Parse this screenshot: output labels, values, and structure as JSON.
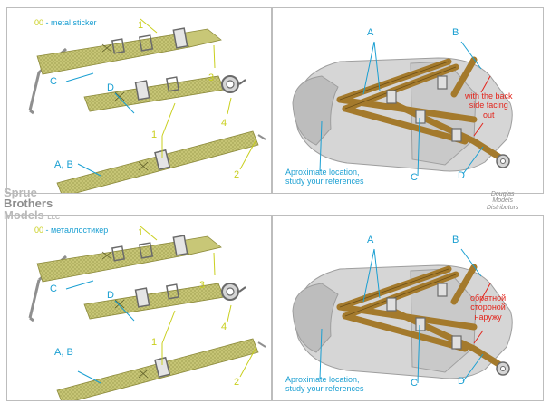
{
  "colors": {
    "strap_fill": "#c8c777",
    "strap_dark": "#8c8a3a",
    "seat_belt": "#a47a2c",
    "seat_body": "#d6d6d6",
    "label_cyan": "#1a9fd2",
    "label_yellow": "#c9cf1e",
    "label_red": "#e3241b"
  },
  "top": {
    "legend_code": "00",
    "legend_text": "- metal sticker",
    "letters": {
      "C": "C",
      "D": "D",
      "AB": "A, B"
    },
    "numbers": {
      "n1a": "1",
      "n1b": "1",
      "n2": "2",
      "n3": "3",
      "n4": "4"
    },
    "seat": {
      "A": "A",
      "B": "B",
      "C": "C",
      "D": "D",
      "red_note": [
        "with the back",
        "side facing",
        "out"
      ],
      "location_note": [
        "Aproximate location,",
        "study your references"
      ]
    }
  },
  "bottom": {
    "legend_code": "00",
    "legend_text": "- металлостикер",
    "letters": {
      "C": "C",
      "D": "D",
      "AB": "A, B"
    },
    "numbers": {
      "n1a": "1",
      "n1b": "1",
      "n2": "2",
      "n3": "3",
      "n4": "4"
    },
    "seat": {
      "A": "A",
      "B": "B",
      "C": "C",
      "D": "D",
      "red_note": [
        "обратной",
        "стороной",
        "наружу"
      ],
      "location_note": [
        "Aproximate location,",
        "study your references"
      ]
    }
  },
  "watermarks": {
    "left": [
      "Sprue",
      "Brothers",
      "Models"
    ],
    "left_suffix": "LLC",
    "right": [
      "Douglas",
      "Models",
      "Distributors"
    ]
  }
}
